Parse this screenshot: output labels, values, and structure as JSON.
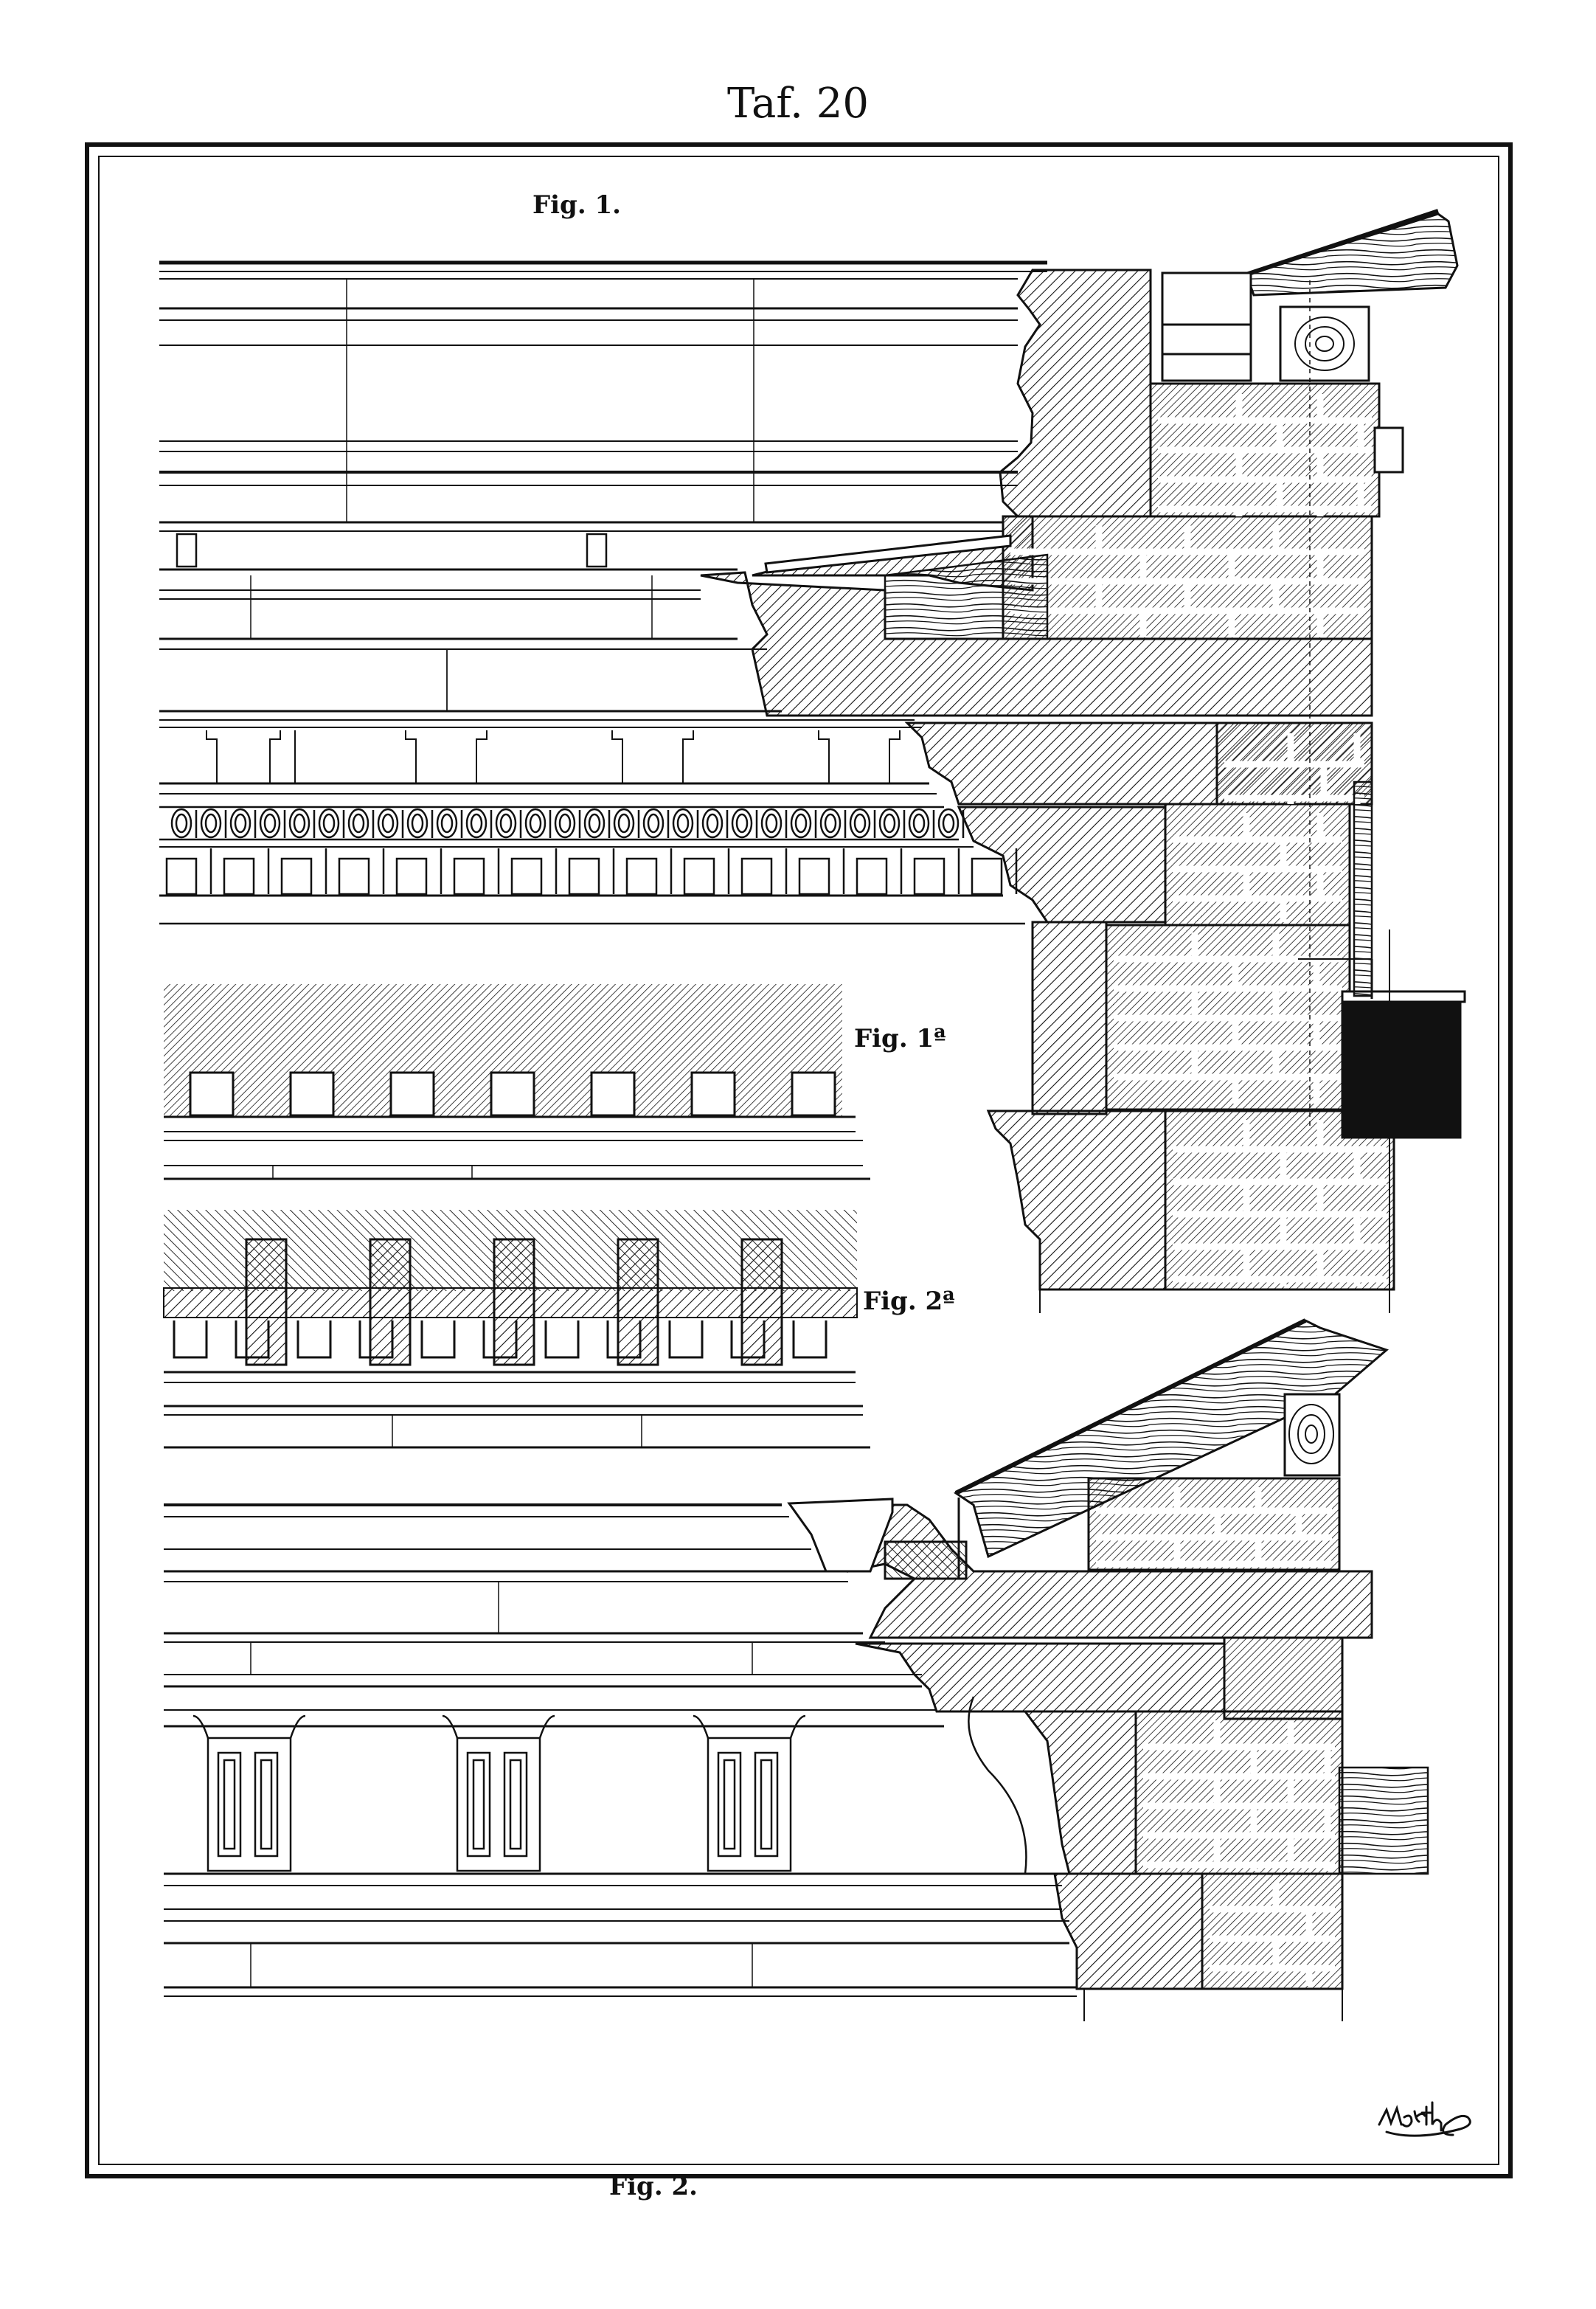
{
  "plate": {
    "title": "Taf. 20"
  },
  "figures": {
    "fig1": "Fig. 1.",
    "fig1a": "Fig. 1ª",
    "fig2a": "Fig. 2ª",
    "fig2": "Fig. 2."
  },
  "signature": "Warth",
  "colors": {
    "ink": "#111111",
    "paper": "#ffffff"
  }
}
